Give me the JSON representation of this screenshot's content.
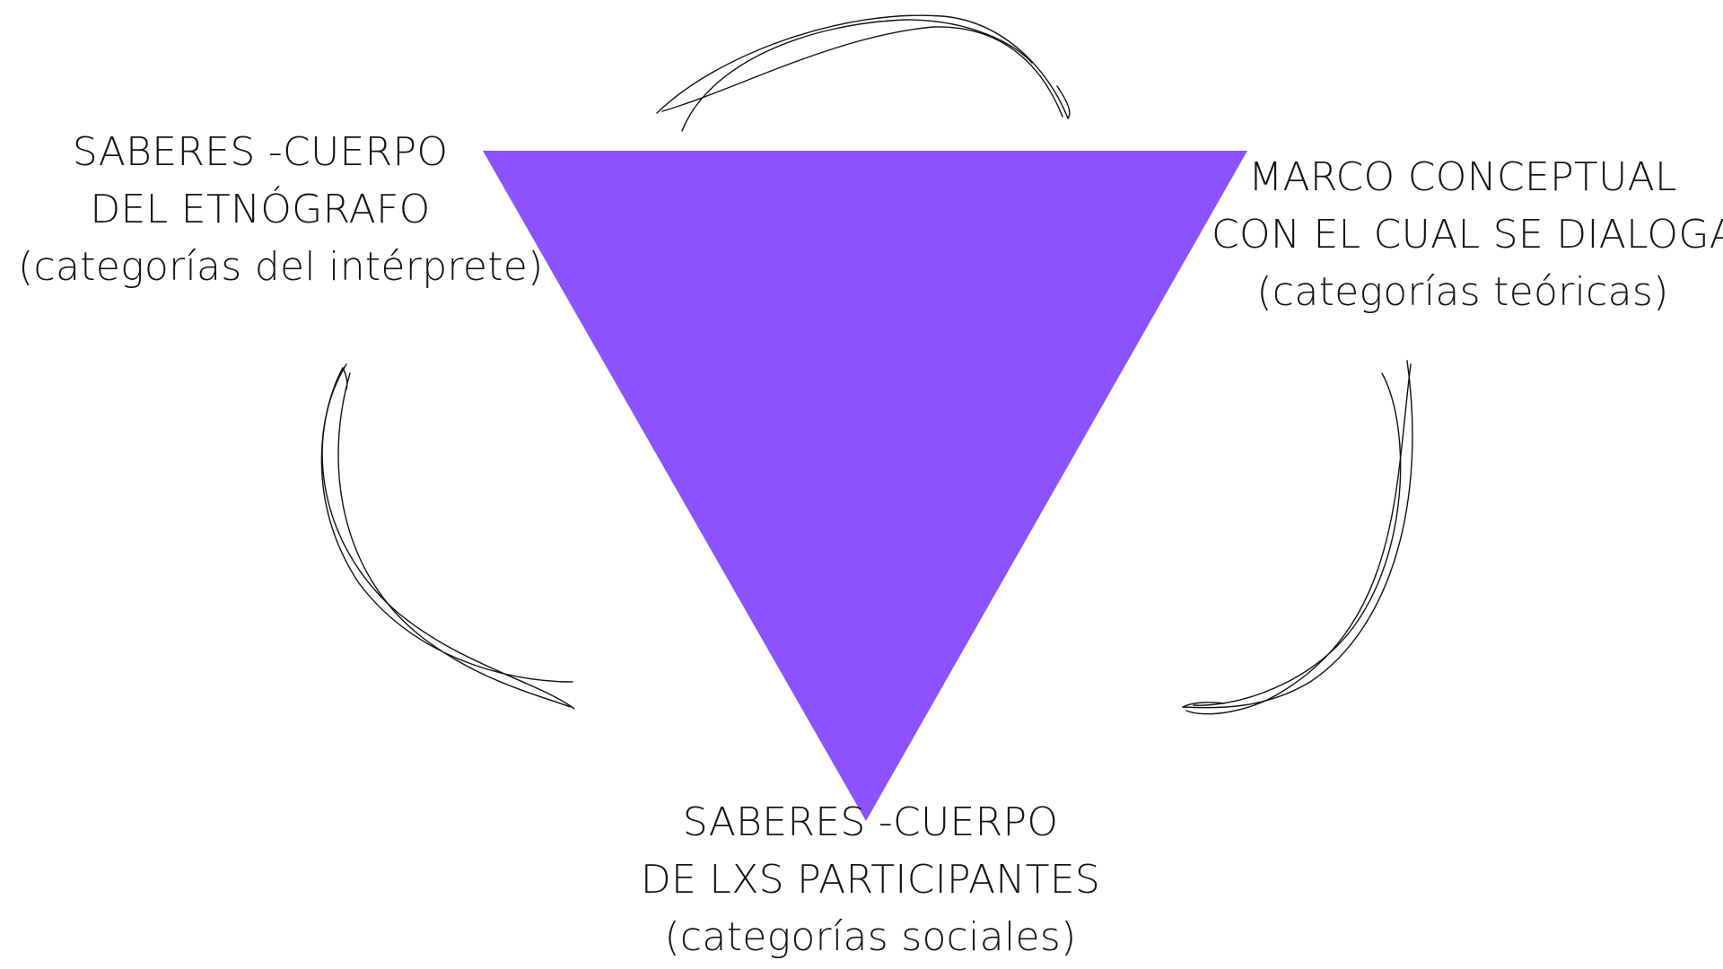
{
  "diagram": {
    "triangle_color": "#8c52ff",
    "stroke_color": "#111111",
    "nodes": {
      "left": {
        "line1": "SABERES -CUERPO",
        "line2": "DEL ETNÓGRAFO",
        "line3": "(categorías del intérprete)"
      },
      "right": {
        "line1": "MARCO CONCEPTUAL",
        "line2": "CON EL CUAL SE DIALOGA",
        "line3": "(categorías teóricas)"
      },
      "bottom": {
        "line1": "SABERES -CUERPO",
        "line2": "DE LXS PARTICIPANTES",
        "line3": "(categorías sociales)"
      }
    },
    "arrows": [
      "top-arrow",
      "right-arrow",
      "left-arrow"
    ]
  }
}
